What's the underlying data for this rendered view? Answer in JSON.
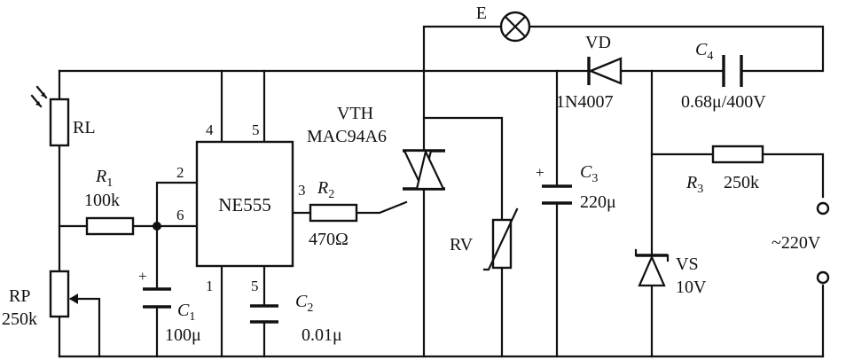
{
  "components": {
    "lamp": {
      "label": "E"
    },
    "diode": {
      "label": "VD",
      "part": "1N4007"
    },
    "c4": {
      "sym": "C",
      "sub": "4",
      "value": "0.68μ/400V"
    },
    "rl": {
      "label": "RL"
    },
    "ne555": {
      "label": "NE555",
      "pins": {
        "p2": "2",
        "p3": "3",
        "p4": "4",
        "p5": "5",
        "p6": "6",
        "p1": "1",
        "p5b": "5"
      }
    },
    "vth": {
      "label": "VTH",
      "part": "MAC94A6"
    },
    "c3": {
      "sym": "C",
      "sub": "3",
      "value": "220μ",
      "plus": "+"
    },
    "r3": {
      "sym": "R",
      "sub": "3",
      "value": "250k"
    },
    "r1": {
      "sym": "R",
      "sub": "1",
      "value": "100k"
    },
    "r2": {
      "sym": "R",
      "sub": "2",
      "value": "470Ω"
    },
    "rv": {
      "label": "RV"
    },
    "vs": {
      "label": "VS",
      "value": "10V"
    },
    "supply": {
      "label": "~220V"
    },
    "rp": {
      "label": "RP",
      "value": "250k"
    },
    "c1": {
      "sym": "C",
      "sub": "1",
      "value": "100μ",
      "plus": "+"
    },
    "c2": {
      "sym": "C",
      "sub": "2",
      "value": "0.01μ"
    }
  }
}
